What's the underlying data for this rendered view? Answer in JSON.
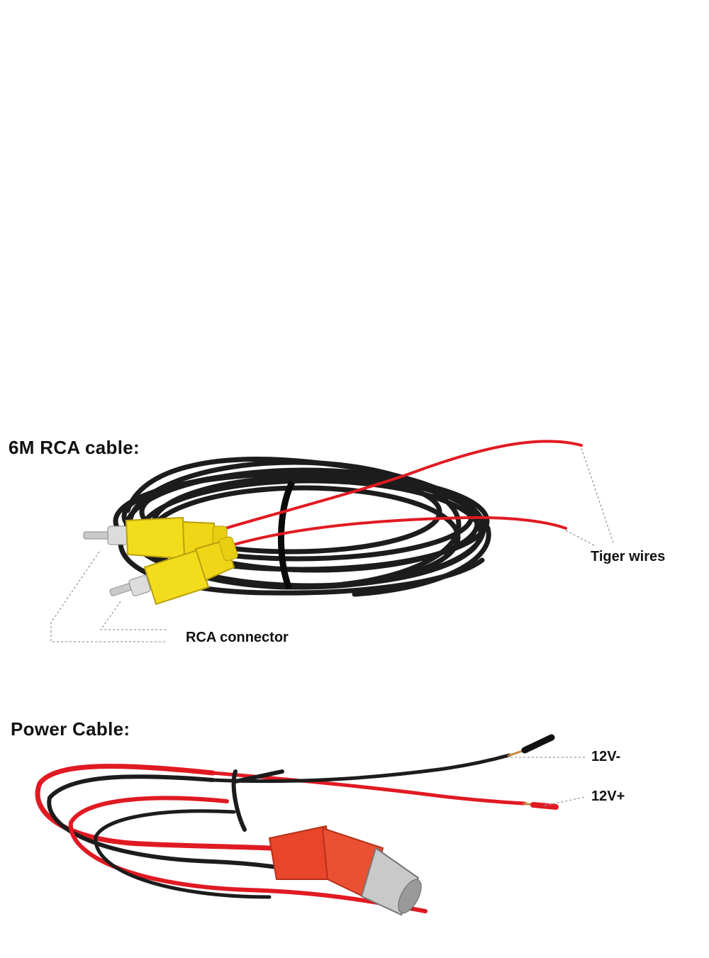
{
  "rca_section": {
    "heading": "6M RCA cable:",
    "label_tiger_wires": "Tiger wires",
    "label_rca_connector": "RCA connector"
  },
  "power_section": {
    "heading": "Power Cable:",
    "label_negative": "12V-",
    "label_positive": "12V+"
  },
  "colors": {
    "background": "#ffffff",
    "cable_black": "#1c1c1c",
    "wire_red": "#e01a22",
    "connector_yellow": "#f2dc1c",
    "plug_red": "#e8452a",
    "metal": "#c9c9c9",
    "leader_line": "#9a9a9a"
  }
}
